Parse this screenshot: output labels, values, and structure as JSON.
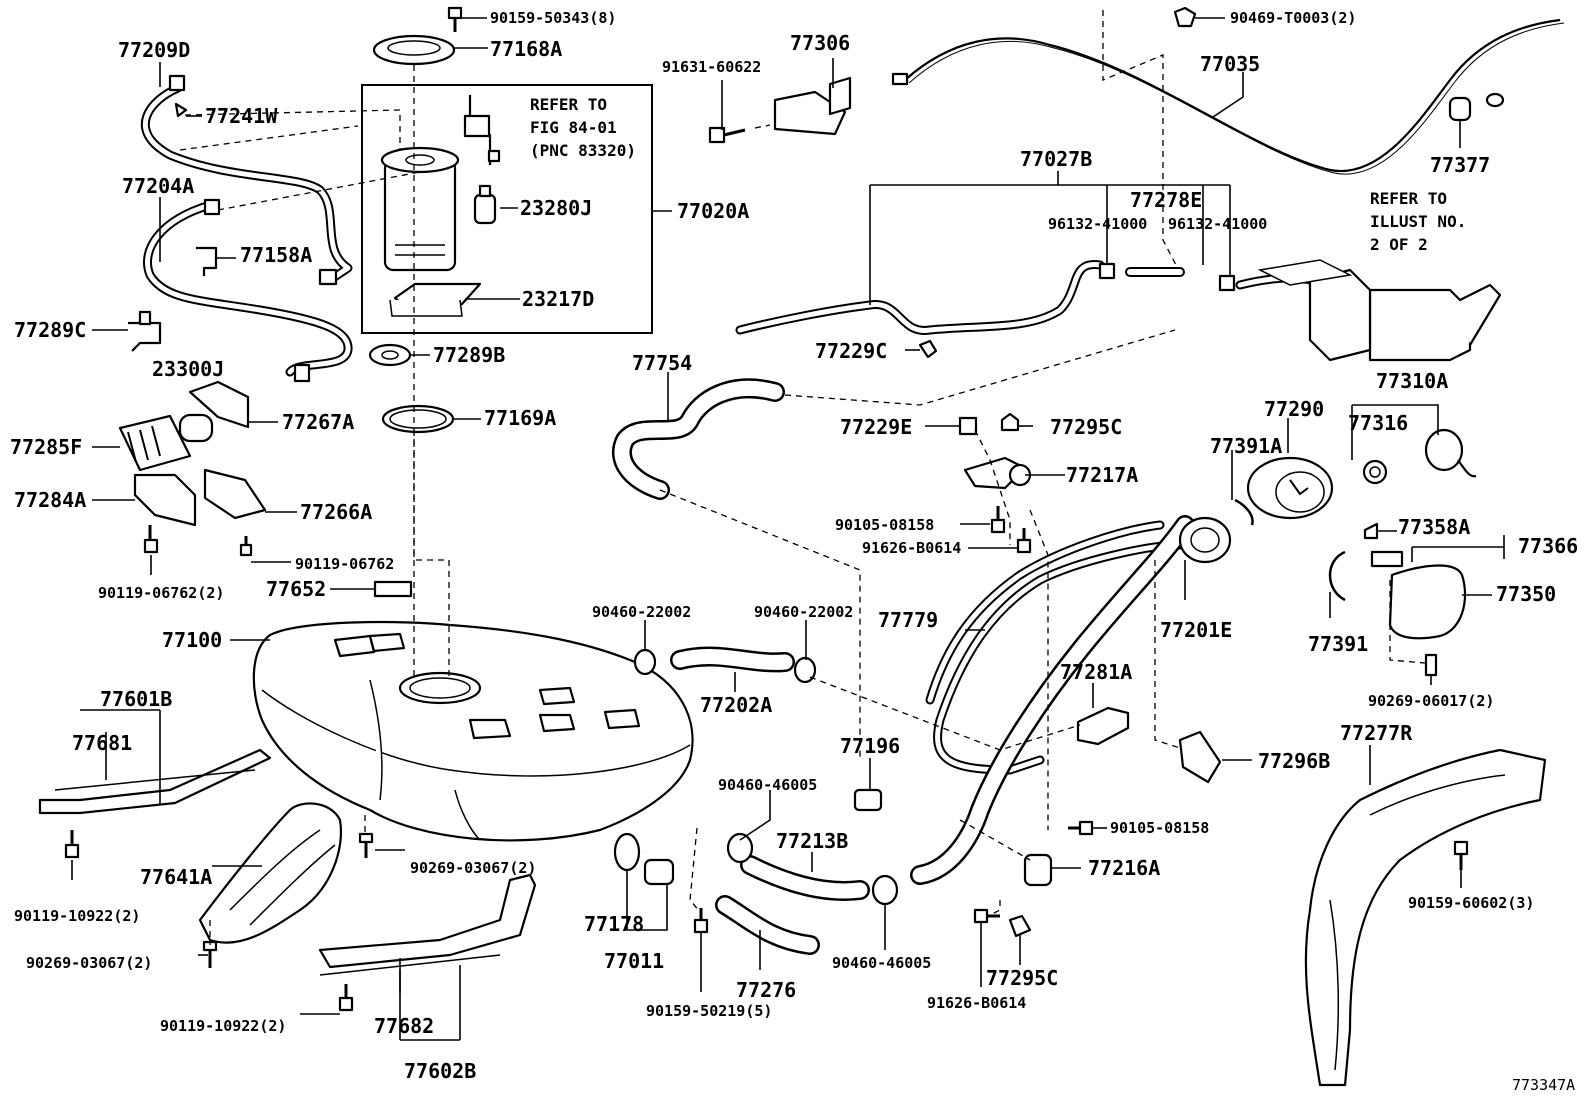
{
  "diagram_id": "773347A",
  "notes": {
    "pump_ref": [
      "REFER TO",
      "FIG 84-01",
      "(PNC 83320)"
    ],
    "canister_ref": [
      "REFER TO",
      "ILLUST NO.",
      "2 OF 2"
    ]
  },
  "labels": [
    {
      "id": "p90159_50343",
      "text": "90159-50343(8)"
    },
    {
      "id": "p77168A",
      "text": "77168A"
    },
    {
      "id": "p77209D",
      "text": "77209D"
    },
    {
      "id": "p77241W",
      "text": "77241W"
    },
    {
      "id": "p23280J",
      "text": "23280J"
    },
    {
      "id": "p77020A",
      "text": "77020A"
    },
    {
      "id": "p77204A",
      "text": "77204A"
    },
    {
      "id": "p77158A",
      "text": "77158A"
    },
    {
      "id": "p23217D",
      "text": "23217D"
    },
    {
      "id": "p77289C",
      "text": "77289C"
    },
    {
      "id": "p77289B",
      "text": "77289B"
    },
    {
      "id": "p23300J",
      "text": "23300J"
    },
    {
      "id": "p77267A",
      "text": "77267A"
    },
    {
      "id": "p77169A",
      "text": "77169A"
    },
    {
      "id": "p77285F",
      "text": "77285F"
    },
    {
      "id": "p77284A",
      "text": "77284A"
    },
    {
      "id": "p77266A",
      "text": "77266A"
    },
    {
      "id": "p90119_06762",
      "text": "90119-06762"
    },
    {
      "id": "p90119_06762_2",
      "text": "90119-06762(2)"
    },
    {
      "id": "p77652",
      "text": "77652"
    },
    {
      "id": "p77100",
      "text": "77100"
    },
    {
      "id": "p91631_60622",
      "text": "91631-60622"
    },
    {
      "id": "p77306",
      "text": "77306"
    },
    {
      "id": "p90469_T0003",
      "text": "90469-T0003(2)"
    },
    {
      "id": "p77035",
      "text": "77035"
    },
    {
      "id": "p77377",
      "text": "77377"
    },
    {
      "id": "p77027B",
      "text": "77027B"
    },
    {
      "id": "p77278E",
      "text": "77278E"
    },
    {
      "id": "p96132_41000_a",
      "text": "96132-41000"
    },
    {
      "id": "p96132_41000_b",
      "text": "96132-41000"
    },
    {
      "id": "p77229C",
      "text": "77229C"
    },
    {
      "id": "p77754",
      "text": "77754"
    },
    {
      "id": "p77229E",
      "text": "77229E"
    },
    {
      "id": "p77295C_a",
      "text": "77295C"
    },
    {
      "id": "p77217A",
      "text": "77217A"
    },
    {
      "id": "p90105_08158_a",
      "text": "90105-08158"
    },
    {
      "id": "p91626_B0614_a",
      "text": "91626-B0614"
    },
    {
      "id": "p77290",
      "text": "77290"
    },
    {
      "id": "p77310A",
      "text": "77310A"
    },
    {
      "id": "p77316",
      "text": "77316"
    },
    {
      "id": "p77391A",
      "text": "77391A"
    },
    {
      "id": "p77358A",
      "text": "77358A"
    },
    {
      "id": "p77366",
      "text": "77366"
    },
    {
      "id": "p77350",
      "text": "77350"
    },
    {
      "id": "p77391",
      "text": "77391"
    },
    {
      "id": "p77201E",
      "text": "77201E"
    },
    {
      "id": "p77779",
      "text": "77779"
    },
    {
      "id": "p90269_06017",
      "text": "90269-06017(2)"
    },
    {
      "id": "p90460_22002_a",
      "text": "90460-22002"
    },
    {
      "id": "p90460_22002_b",
      "text": "90460-22002"
    },
    {
      "id": "p77202A",
      "text": "77202A"
    },
    {
      "id": "p77281A",
      "text": "77281A"
    },
    {
      "id": "p77296B",
      "text": "77296B"
    },
    {
      "id": "p77601B",
      "text": "77601B"
    },
    {
      "id": "p77681",
      "text": "77681"
    },
    {
      "id": "p77196",
      "text": "77196"
    },
    {
      "id": "p77277R",
      "text": "77277R"
    },
    {
      "id": "p90460_46005_a",
      "text": "90460-46005"
    },
    {
      "id": "p77213B",
      "text": "77213B"
    },
    {
      "id": "p90105_08158_b",
      "text": "90105-08158"
    },
    {
      "id": "p77216A",
      "text": "77216A"
    },
    {
      "id": "p90119_10922_a",
      "text": "90119-10922(2)"
    },
    {
      "id": "p77641A",
      "text": "77641A"
    },
    {
      "id": "p90269_03067_a",
      "text": "90269-03067(2)"
    },
    {
      "id": "p90159_60602",
      "text": "90159-60602(3)"
    },
    {
      "id": "p90269_03067_b",
      "text": "90269-03067(2)"
    },
    {
      "id": "p77178",
      "text": "77178"
    },
    {
      "id": "p90460_46005_b",
      "text": "90460-46005"
    },
    {
      "id": "p77295C_b",
      "text": "77295C"
    },
    {
      "id": "p77011",
      "text": "77011"
    },
    {
      "id": "p77276",
      "text": "77276"
    },
    {
      "id": "p91626_B0614_b",
      "text": "91626-B0614"
    },
    {
      "id": "p90159_50219",
      "text": "90159-50219(5)"
    },
    {
      "id": "p90119_10922_b",
      "text": "90119-10922(2)"
    },
    {
      "id": "p77682",
      "text": "77682"
    },
    {
      "id": "p77602B",
      "text": "77602B"
    }
  ]
}
